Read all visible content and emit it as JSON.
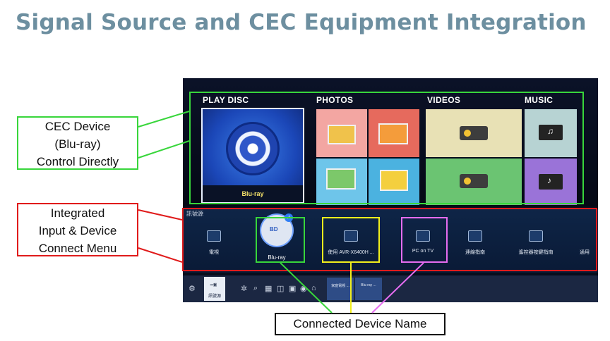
{
  "slide": {
    "title": "Signal Source and CEC Equipment Integration"
  },
  "tv": {
    "sections": {
      "play_disc": "PLAY DISC",
      "photos": "PHOTOS",
      "videos": "VIDEOS",
      "music": "MUSIC"
    },
    "disc_tile_label": "Blu-ray",
    "input_bar_label": "訊號源",
    "devices": [
      {
        "label": "電視",
        "icon": "tv-icon"
      },
      {
        "label": "Blu-ray",
        "icon": "bluray-icon",
        "selected": true
      },
      {
        "label": "使用 AVR-X6400H ...",
        "icon": "receiver-icon"
      },
      {
        "label": "PC on TV",
        "icon": "monitor-icon"
      },
      {
        "label": "連線指南",
        "icon": "guide-icon"
      },
      {
        "label": "遙控器按鍵指南",
        "icon": "remote-icon"
      },
      {
        "label": "通用",
        "icon": "universal-icon"
      }
    ],
    "bottom_bar": {
      "source_label": "訊號源",
      "tiles": [
        "家庭電視 ...",
        "Blu-ray ..."
      ]
    }
  },
  "annotations": {
    "cec_device": [
      "CEC Device",
      "(Blu-ray)",
      "Control Directly"
    ],
    "integrated_menu": [
      "Integrated",
      "Input & Device",
      "Connect Menu"
    ],
    "connected_device_name": "Connected Device Name"
  },
  "colors": {
    "title": "#6d8fa0",
    "green_box": "#38d63b",
    "red_box": "#e01b1b",
    "yellow_box": "#f2ef1c",
    "pink_box": "#e56cf0"
  }
}
